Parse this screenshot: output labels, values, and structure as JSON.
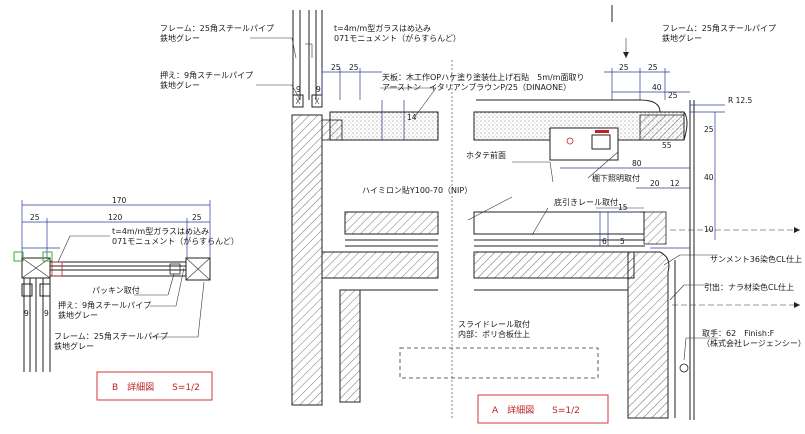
{
  "labels": {
    "frame_top_left": "フレーム：25角スチールパイプ",
    "frame_top_left_2": "鉄地グレー",
    "glass_top": "t=4m/m型ガラスはめ込み",
    "glass_top_2": "071モニュメント（がらすらんど）",
    "frame_top_right": "フレーム：25角スチールパイプ",
    "frame_top_right_2": "鉄地グレー",
    "press_top": "押え：9角スチールパイプ",
    "press_top_2": "鉄地グレー",
    "top_board": "天板：木工作OPハケ塗り塗装仕上げ石貼　5m/m面取り",
    "top_board_2": "アーストン　イタリアンブラウンP/25（DINAONE）",
    "hotate": "ホタテ前面",
    "lighting": "棚下照明取付",
    "haimiron": "ハイミロン貼Y100-70（NIP）",
    "rail_bottom": "底引きレール取付",
    "sanment": "サンメント36染色CL仕上",
    "hikidashi": "引出：ナラ材染色CL仕上",
    "slide_rail": "スライドレール取付",
    "slide_rail_2": "内部：ポリ合板仕上",
    "handle": "取手：62　Finish:F",
    "handle_2": "（株式会社レージェンシー）",
    "glass_b": "t=4m/m型ガラスはめ込み",
    "glass_b_2": "071モニュメント（がらすらんど）",
    "packing": "パッキン取付",
    "press_b": "押え：9角スチールパイプ",
    "press_b_2": "鉄地グレー",
    "frame_b": "フレーム：25角スチールパイプ",
    "frame_b_2": "鉄地グレー"
  },
  "dimensions": {
    "d25a": "25",
    "d25b": "25",
    "d25c": "25",
    "d25d": "25",
    "d40": "40",
    "d25e": "25",
    "d80": "80",
    "d20": "20",
    "d12": "12",
    "d15": "15",
    "d40v": "40",
    "d25v": "25",
    "d10": "10",
    "d14": "14",
    "d55": "55",
    "d5": "5",
    "d6": "6",
    "d9a": "9",
    "d9b": "9",
    "r125": "R 12.5",
    "b170": "170",
    "b25a": "25",
    "b120": "120",
    "b25b": "25",
    "b9a": "9",
    "b9b": "9"
  },
  "titles": {
    "b": "B　詳細図　　S=1/2",
    "a": "A　詳細図　　S=1/2"
  },
  "colors": {
    "line": "#222222",
    "title_border": "#d23a3a",
    "title_text": "#c02020",
    "dim_blue": "#2b3a9c",
    "callout_green": "#3aa83a"
  }
}
